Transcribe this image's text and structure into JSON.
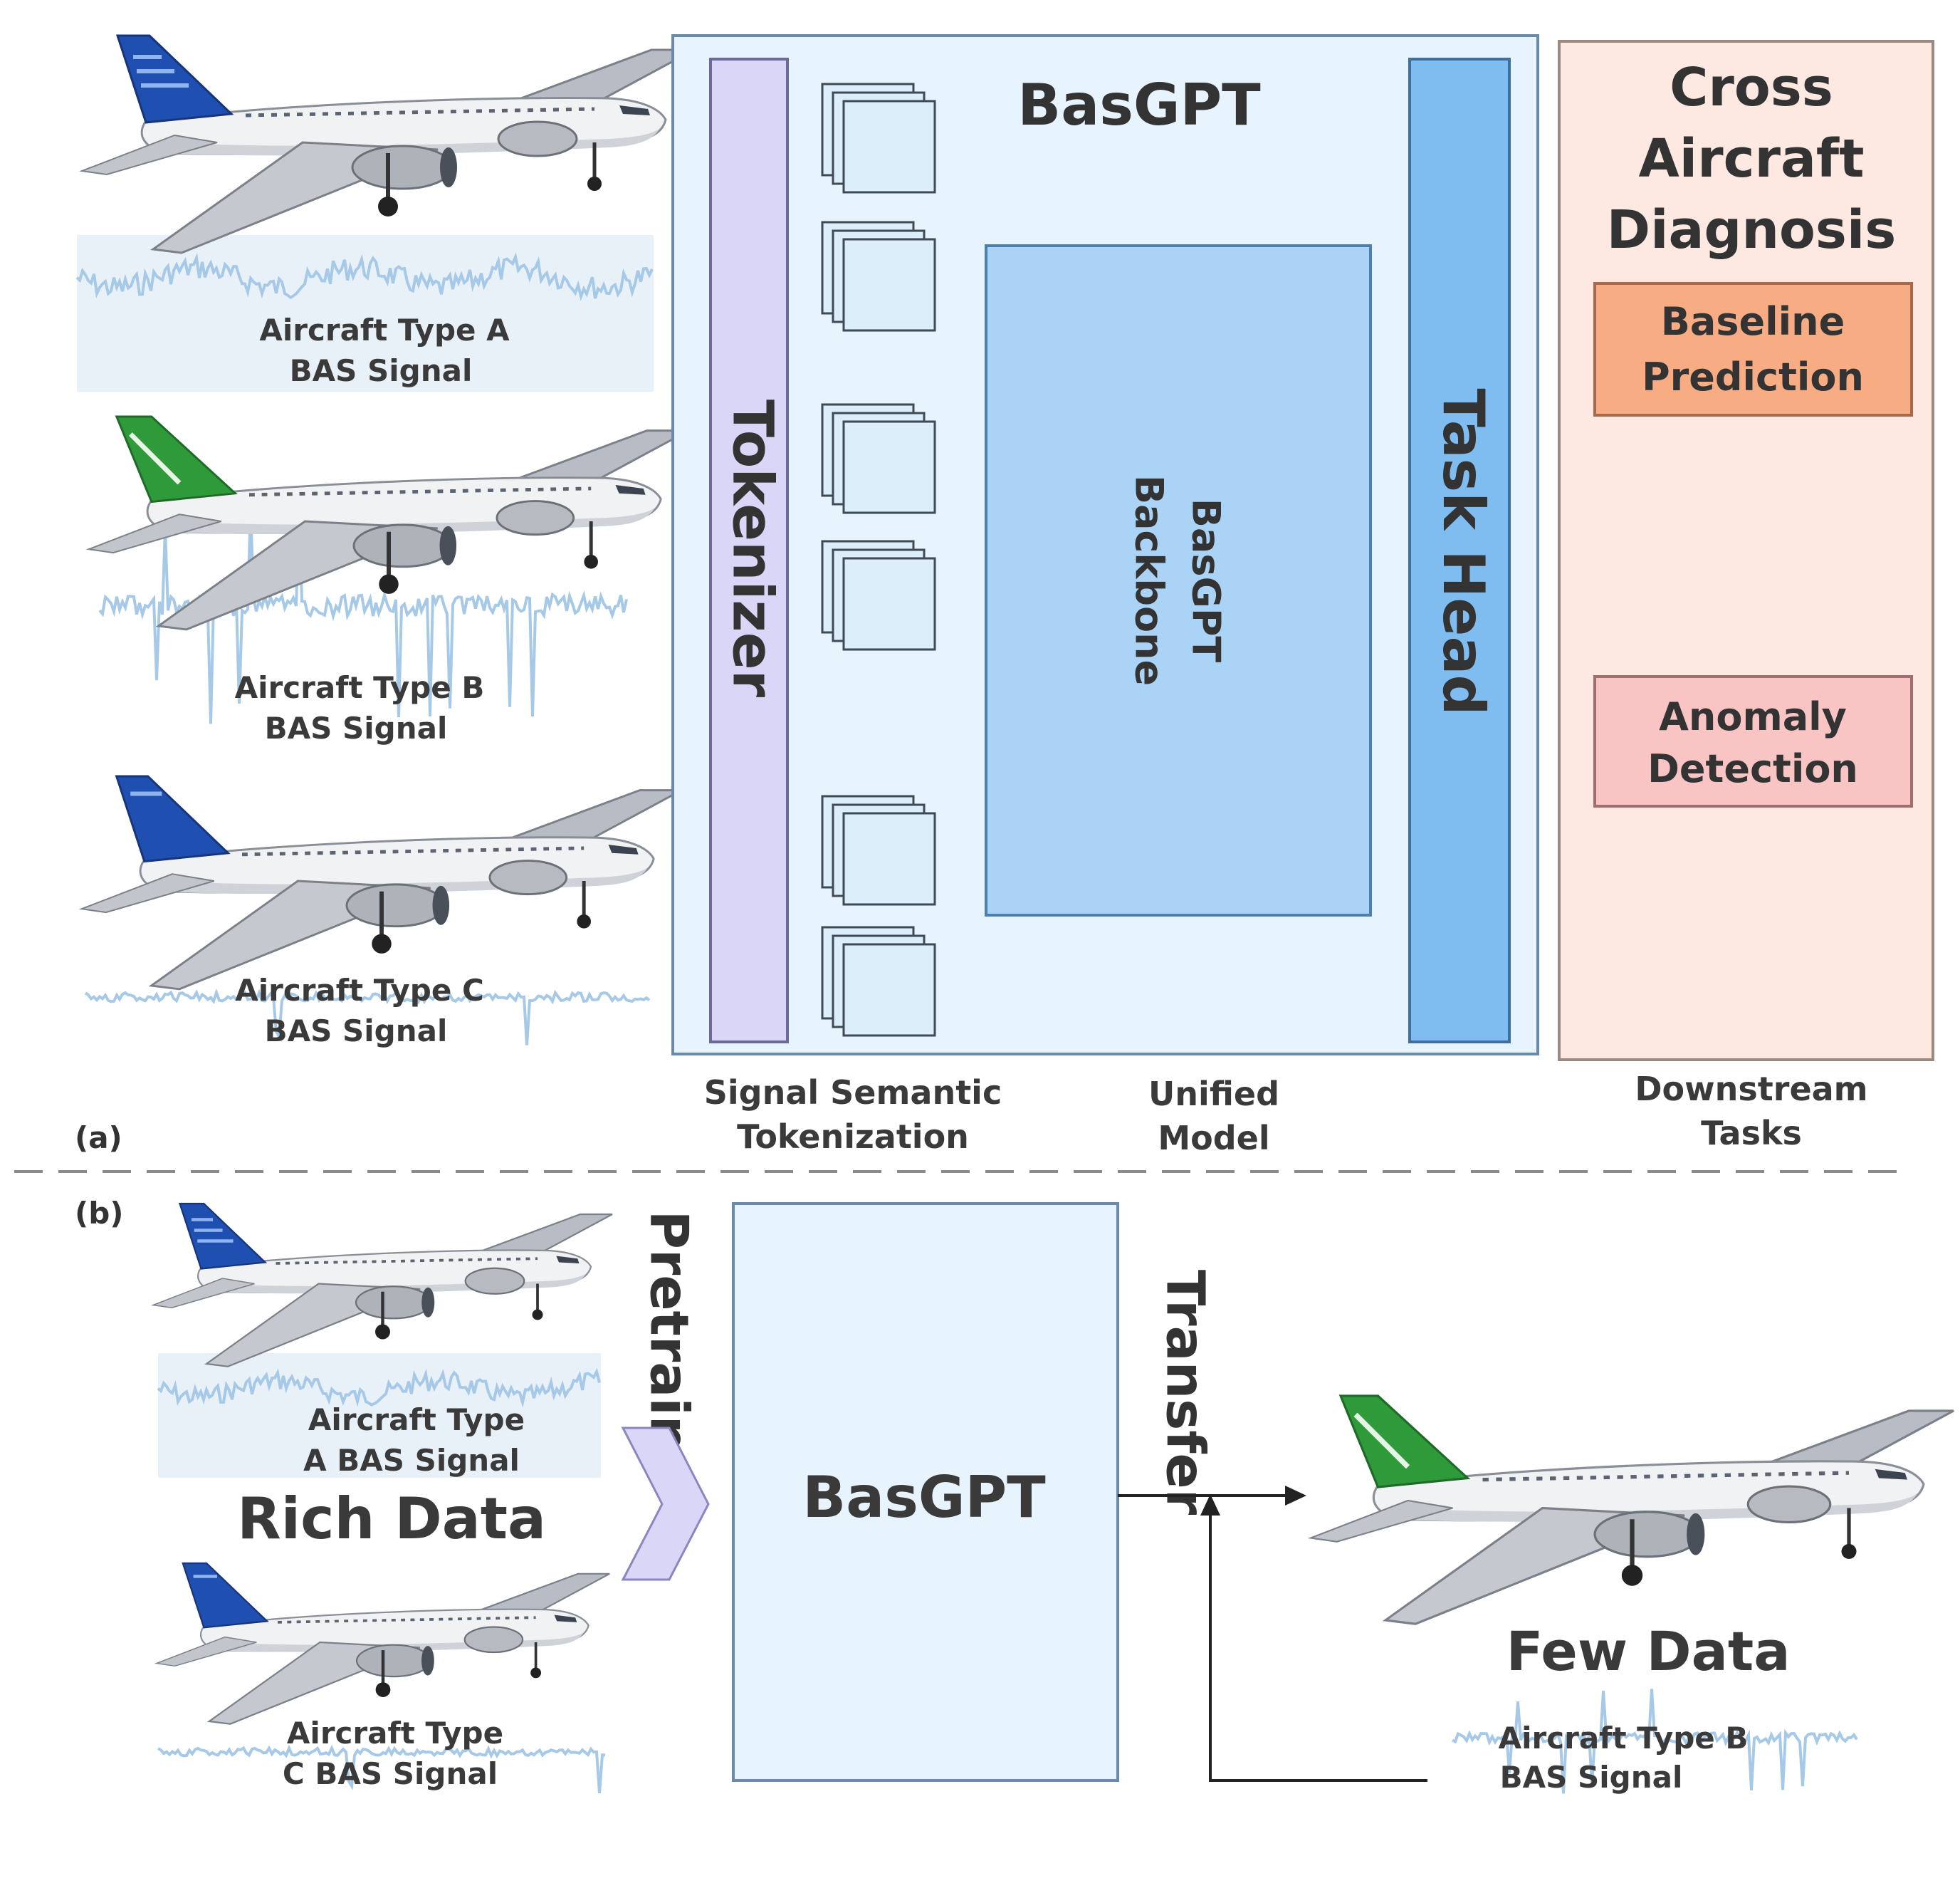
{
  "panel_a": {
    "tag": "(a)",
    "aircraft": [
      {
        "line1": "Aircraft Type A",
        "line2": "BAS Signal",
        "livery": "airbus-blue"
      },
      {
        "line1": "Aircraft Type B",
        "line2": "BAS Signal",
        "livery": "comac-green"
      },
      {
        "line1": "Aircraft Type C",
        "line2": "BAS Signal",
        "livery": "airbus-blue-teal"
      }
    ],
    "model": {
      "title": "BasGPT",
      "tokenizer": "Tokenizer",
      "backbone_line1": "BasGPT",
      "backbone_line2": "Backbone",
      "task_head": "Task Head"
    },
    "downstream": {
      "title_line1": "Cross",
      "title_line2": "Aircraft",
      "title_line3": "Diagnosis",
      "task1_line1": "Baseline",
      "task1_line2": "Prediction",
      "task2_line1": "Anomaly",
      "task2_line2": "Detection"
    },
    "captions": {
      "tokenization_line1": "Signal Semantic",
      "tokenization_line2": "Tokenization",
      "model_line1": "Unified",
      "model_line2": "Model",
      "tasks_line1": "Downstream",
      "tasks_line2": "Tasks"
    }
  },
  "panel_b": {
    "tag": "(b)",
    "source": [
      {
        "line1": "Aircraft Type",
        "line2": "A BAS Signal",
        "livery": "airbus-blue"
      },
      {
        "line1": "Aircraft Type",
        "line2": "C BAS Signal",
        "livery": "airbus-blue-teal"
      }
    ],
    "rich_data": "Rich Data",
    "pretrain": "Pretrain",
    "model": "BasGPT",
    "transfer": "Transfer",
    "few_data": "Few Data",
    "target_line1": "Aircraft Type B",
    "target_line2": "BAS Signal",
    "target_livery": "comac-green"
  },
  "colors": {
    "model_bg": "#e8f4fd",
    "model_border": "#6b8aa8",
    "tokenizer": "#d9d6f7",
    "backbone": "#abd3f5",
    "task_head": "#7fbdf0",
    "token_card": "#ddeefb",
    "downstream_bg": "#fde9e1",
    "downstream_border": "#9a8a84",
    "baseline": "#f8ac84",
    "anomaly": "#f9c4c4",
    "signal": "#a7c9e8",
    "signal_fill": "#e4eef7",
    "pretrain_arrow": "#d9d6f7"
  }
}
